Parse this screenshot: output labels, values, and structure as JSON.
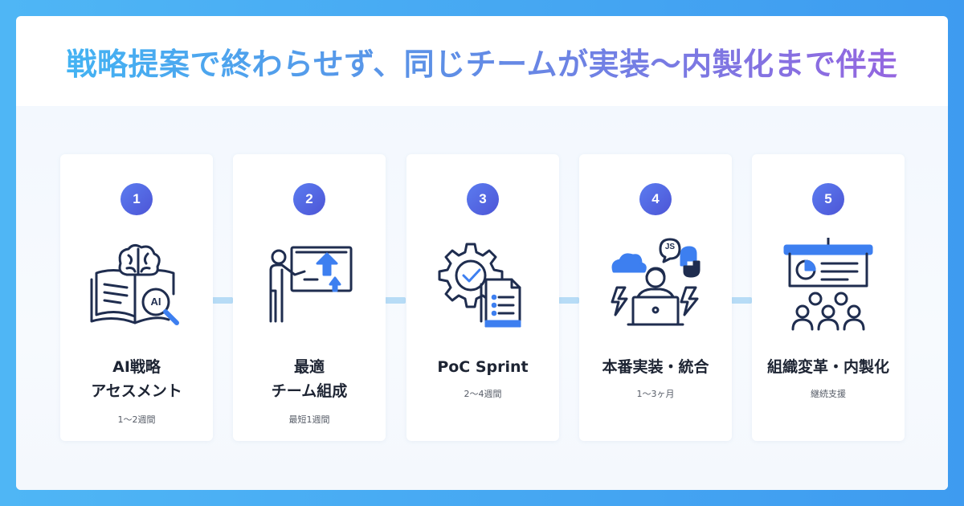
{
  "headline": "戦略提案で終わらせず、同じチームが実装〜内製化まで伴走",
  "steps": [
    {
      "number": "1",
      "title_lines": [
        "AI戦略",
        "アセスメント"
      ],
      "duration": "1〜2週間"
    },
    {
      "number": "2",
      "title_lines": [
        "最適",
        "チーム組成"
      ],
      "duration": "最短1週間"
    },
    {
      "number": "3",
      "title_lines": [
        "PoC Sprint"
      ],
      "duration": "2〜4週間"
    },
    {
      "number": "4",
      "title_lines": [
        "本番実装・統合"
      ],
      "duration": "1〜3ヶ月"
    },
    {
      "number": "5",
      "title_lines": [
        "組織変革・内製化"
      ],
      "duration": "継続支援"
    }
  ],
  "illustration_labels": {
    "ai_badge": "AI",
    "js_bubble": "JS"
  },
  "colors": {
    "navy": "#1f2d4f",
    "blue": "#3d7ff0",
    "connector": "#b7dcf6",
    "number_badge": "#4f5fe0"
  },
  "icons": [
    "brain-book-magnifier-icon",
    "presenter-board-icon",
    "gear-document-icon",
    "developer-laptop-icon",
    "presentation-audience-icon"
  ]
}
